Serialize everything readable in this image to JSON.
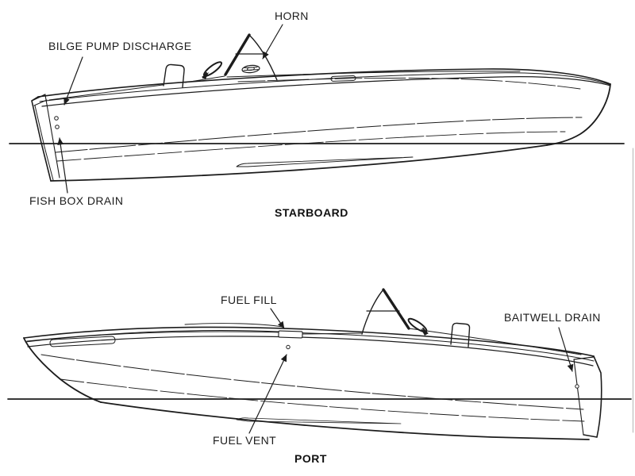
{
  "diagram": {
    "subject": "boat side profile views with equipment callouts",
    "colors": {
      "background": "#ffffff",
      "line": "#1c1c1c"
    },
    "views": [
      {
        "name": "starboard",
        "title": "STARBOARD",
        "callouts": [
          {
            "id": "horn",
            "text": "HORN"
          },
          {
            "id": "bilge_pump_discharge",
            "text": "BILGE PUMP DISCHARGE"
          },
          {
            "id": "fish_box_drain",
            "text": "FISH BOX DRAIN"
          }
        ]
      },
      {
        "name": "port",
        "title": "PORT",
        "callouts": [
          {
            "id": "fuel_fill",
            "text": "FUEL FILL"
          },
          {
            "id": "baitwell_drain",
            "text": "BAITWELL DRAIN"
          },
          {
            "id": "fuel_vent",
            "text": "FUEL VENT"
          }
        ]
      }
    ]
  }
}
